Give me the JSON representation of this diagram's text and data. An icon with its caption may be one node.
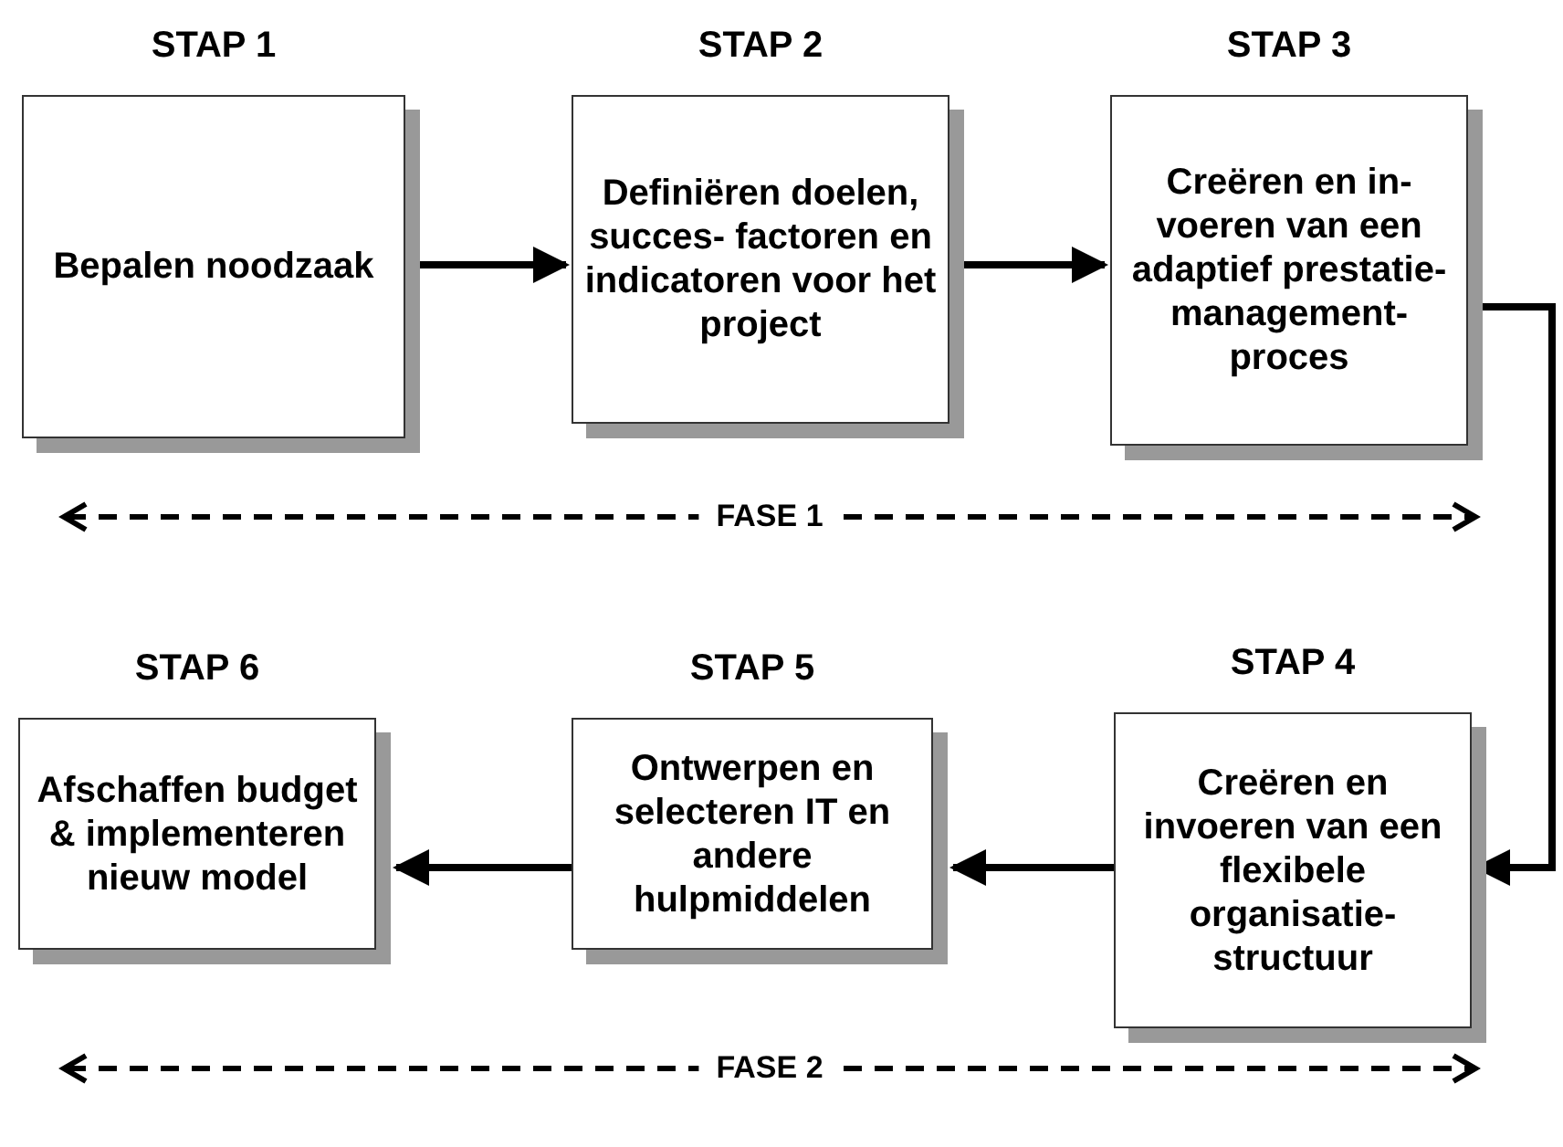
{
  "diagram": {
    "nodes": [
      {
        "text": [
          "STAP 1",
          "Bepalen noodzaak"
        ]
      },
      {
        "text": [
          "STAP 2",
          "Definiëren doelen, succes- factoren en indicatoren voor het project"
        ]
      },
      {
        "text": [
          "STAP 3",
          "Creëren en in- voeren van een adaptief prestatie- management- proces"
        ]
      },
      {
        "text": [
          "STAP 4",
          "Creëren en invoeren van een flexibele organisatie- structuur"
        ]
      },
      {
        "text": [
          "STAP 5",
          "Ontwerpen en selecteren IT en andere hulpmiddelen"
        ]
      },
      {
        "text": [
          "STAP 6",
          "Afschaffen budget & implementeren nieuw model"
        ]
      }
    ],
    "edges": [
      {
        "from": 0,
        "to": 1,
        "arrow": "to"
      },
      {
        "from": 1,
        "to": 2,
        "arrow": "to"
      },
      {
        "from": 2,
        "to": 3,
        "arrow": "to"
      },
      {
        "from": 3,
        "to": 4,
        "arrow": "to"
      },
      {
        "from": 4,
        "to": 5,
        "arrow": "to"
      }
    ],
    "labels": [
      "FASE 1",
      "FASE 2"
    ]
  }
}
